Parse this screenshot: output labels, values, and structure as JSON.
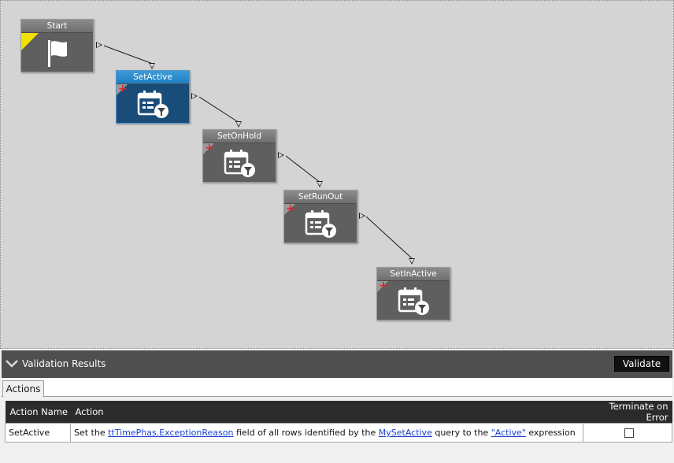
{
  "workflow": {
    "nodes": [
      {
        "id": "start",
        "title": "Start",
        "icon": "flag-icon"
      },
      {
        "id": "setactive",
        "title": "SetActive",
        "icon": "calendar-filter-icon",
        "selected": true
      },
      {
        "id": "setonhold",
        "title": "SetOnHold",
        "icon": "calendar-filter-icon"
      },
      {
        "id": "setrunout",
        "title": "SetRunOut",
        "icon": "calendar-filter-icon"
      },
      {
        "id": "setinactive",
        "title": "SetInActive",
        "icon": "calendar-filter-icon"
      }
    ],
    "colors": {
      "canvas": "#d4d4d4",
      "node": "#5f5f5f",
      "selected_node": "#1a4c7a",
      "selected_title": "#1e7fc2",
      "start_marker": "#f2e200",
      "plus": "#e0242c"
    }
  },
  "validation": {
    "title": "Validation Results",
    "validate_label": "Validate"
  },
  "tabs": [
    {
      "label": "Actions",
      "active": true
    }
  ],
  "actions_table": {
    "columns": [
      "Action Name",
      "Action",
      "Terminate on Error"
    ],
    "rows": [
      {
        "name": "SetActive",
        "action_prefix": "Set the ",
        "field_link": "ttTimePhas.ExceptionReason",
        "action_middle": " field of all rows identified by the ",
        "query_link": "MySetActive",
        "action_mid2": " query to the ",
        "expression_link": "\"Active\"",
        "action_suffix": " expression",
        "terminate_on_error": false
      }
    ]
  }
}
